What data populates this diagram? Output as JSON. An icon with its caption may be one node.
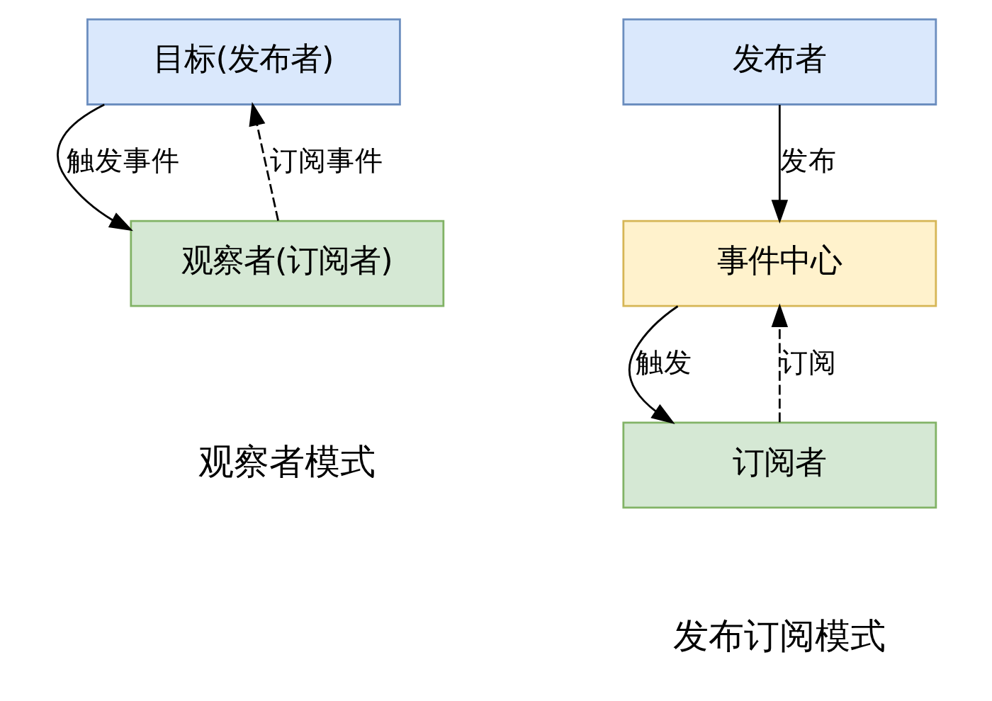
{
  "diagram": {
    "nodes": [
      {
        "text": [
          "目标(发布者)"
        ]
      },
      {
        "text": [
          "观察者(订阅者)"
        ]
      },
      {
        "text": [
          "发布者"
        ]
      },
      {
        "text": [
          "事件中心"
        ]
      },
      {
        "text": [
          "订阅者"
        ]
      }
    ],
    "edges": [
      {
        "from": 0,
        "to": 1,
        "arrow": "to",
        "label": "触发事件"
      },
      {
        "from": 1,
        "to": 0,
        "arrow": "to",
        "label": "订阅事件",
        "style": "dashed"
      },
      {
        "from": 2,
        "to": 3,
        "arrow": "to",
        "label": "发布"
      },
      {
        "from": 3,
        "to": 4,
        "arrow": "to",
        "label": "触发"
      },
      {
        "from": 4,
        "to": 3,
        "arrow": "to",
        "label": "订阅",
        "style": "dashed"
      }
    ],
    "labels": [
      "观察者模式",
      "发布订阅模式"
    ]
  }
}
